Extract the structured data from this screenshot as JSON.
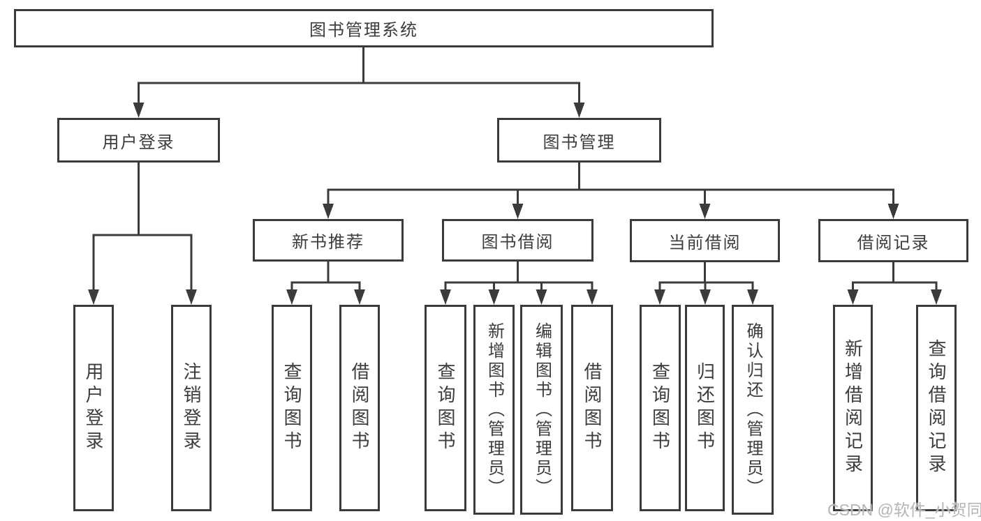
{
  "colors": {
    "line": "#3b3b3b",
    "box_border": "#3b3b3b",
    "text": "#3c3c3c",
    "watermark": "#b5b5b5",
    "background": "#ffffff"
  },
  "watermark": {
    "text": "CSDN @软件_小贺同学"
  },
  "diagram": {
    "title": "图书管理系统",
    "nodes": {
      "root": {
        "label": "图书管理系统"
      },
      "user_login": {
        "label": "用户登录"
      },
      "book_mgmt": {
        "label": "图书管理"
      },
      "new_books": {
        "label": "新书推荐"
      },
      "book_borrow": {
        "label": "图书借阅"
      },
      "current_borrow": {
        "label": "当前借阅"
      },
      "borrow_records": {
        "label": "借阅记录"
      },
      "leaf_user_login": {
        "label": "用户登录"
      },
      "leaf_logout": {
        "label": "注销登录"
      },
      "leaf_nb_query": {
        "label": "查询图书"
      },
      "leaf_nb_borrow": {
        "label": "借阅图书"
      },
      "leaf_bb_query": {
        "label": "查询图书"
      },
      "leaf_bb_add": {
        "label": "新增图书（管理员）"
      },
      "leaf_bb_edit": {
        "label": "编辑图书（管理员）"
      },
      "leaf_bb_borrow": {
        "label": "借阅图书"
      },
      "leaf_cb_query": {
        "label": "查询图书"
      },
      "leaf_cb_return": {
        "label": "归还图书"
      },
      "leaf_cb_confirm": {
        "label": "确认归还（管理员）"
      },
      "leaf_br_add": {
        "label": "新增借阅记录"
      },
      "leaf_br_query": {
        "label": "查询借阅记录"
      }
    },
    "structure": {
      "root": [
        "user_login",
        "book_mgmt"
      ],
      "user_login": [
        "leaf_user_login",
        "leaf_logout"
      ],
      "book_mgmt": [
        "new_books",
        "book_borrow",
        "current_borrow",
        "borrow_records"
      ],
      "new_books": [
        "leaf_nb_query",
        "leaf_nb_borrow"
      ],
      "book_borrow": [
        "leaf_bb_query",
        "leaf_bb_add",
        "leaf_bb_edit",
        "leaf_bb_borrow"
      ],
      "current_borrow": [
        "leaf_cb_query",
        "leaf_cb_return",
        "leaf_cb_confirm"
      ],
      "borrow_records": [
        "leaf_br_add",
        "leaf_br_query"
      ]
    }
  }
}
